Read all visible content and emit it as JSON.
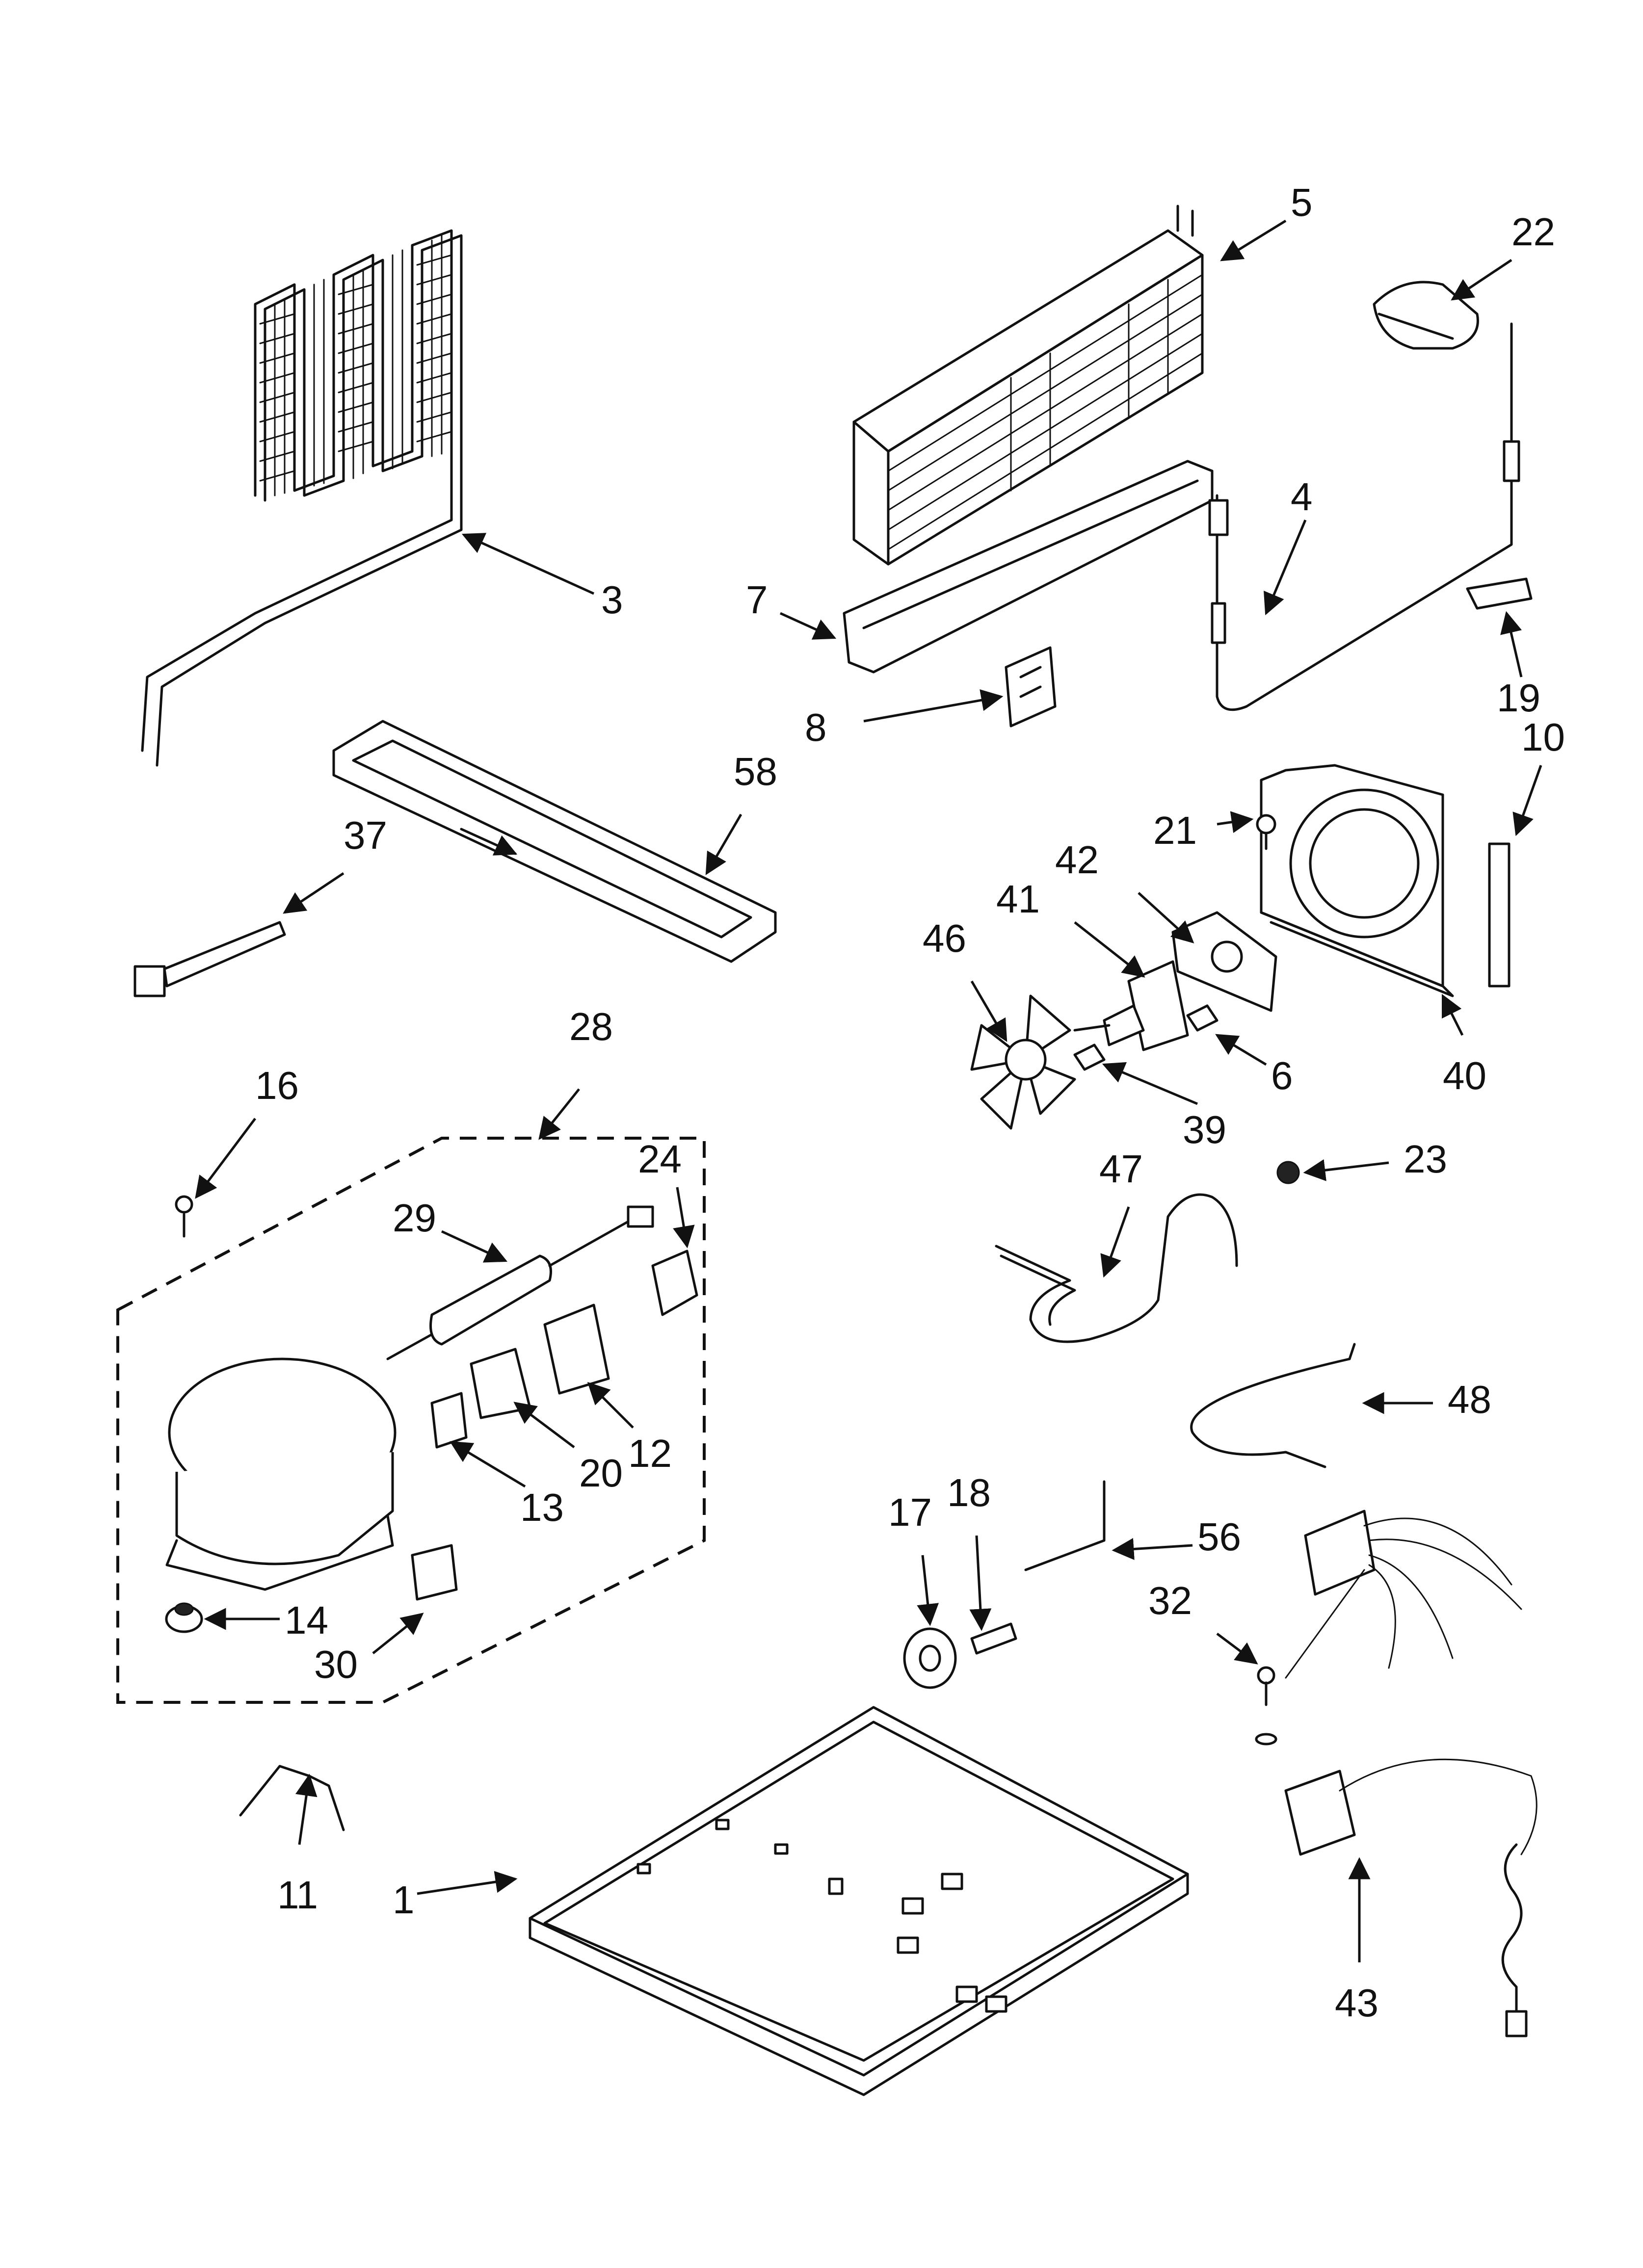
{
  "callouts": [
    {
      "id": "c1",
      "label": "1"
    },
    {
      "id": "c3",
      "label": "3"
    },
    {
      "id": "c4",
      "label": "4"
    },
    {
      "id": "c5",
      "label": "5"
    },
    {
      "id": "c6",
      "label": "6"
    },
    {
      "id": "c7",
      "label": "7"
    },
    {
      "id": "c8",
      "label": "8"
    },
    {
      "id": "c10",
      "label": "10"
    },
    {
      "id": "c11",
      "label": "11"
    },
    {
      "id": "c12",
      "label": "12"
    },
    {
      "id": "c13",
      "label": "13"
    },
    {
      "id": "c14",
      "label": "14"
    },
    {
      "id": "c16",
      "label": "16"
    },
    {
      "id": "c17",
      "label": "17"
    },
    {
      "id": "c18",
      "label": "18"
    },
    {
      "id": "c19",
      "label": "19"
    },
    {
      "id": "c20",
      "label": "20"
    },
    {
      "id": "c21",
      "label": "21"
    },
    {
      "id": "c22",
      "label": "22"
    },
    {
      "id": "c23",
      "label": "23"
    },
    {
      "id": "c24",
      "label": "24"
    },
    {
      "id": "c28",
      "label": "28"
    },
    {
      "id": "c29",
      "label": "29"
    },
    {
      "id": "c30",
      "label": "30"
    },
    {
      "id": "c32",
      "label": "32"
    },
    {
      "id": "c37",
      "label": "37"
    },
    {
      "id": "c39",
      "label": "39"
    },
    {
      "id": "c40",
      "label": "40"
    },
    {
      "id": "c41",
      "label": "41"
    },
    {
      "id": "c42",
      "label": "42"
    },
    {
      "id": "c43",
      "label": "43"
    },
    {
      "id": "c46",
      "label": "46"
    },
    {
      "id": "c47",
      "label": "47"
    },
    {
      "id": "c48",
      "label": "48"
    },
    {
      "id": "c56",
      "label": "56"
    },
    {
      "id": "c58",
      "label": "58"
    }
  ]
}
